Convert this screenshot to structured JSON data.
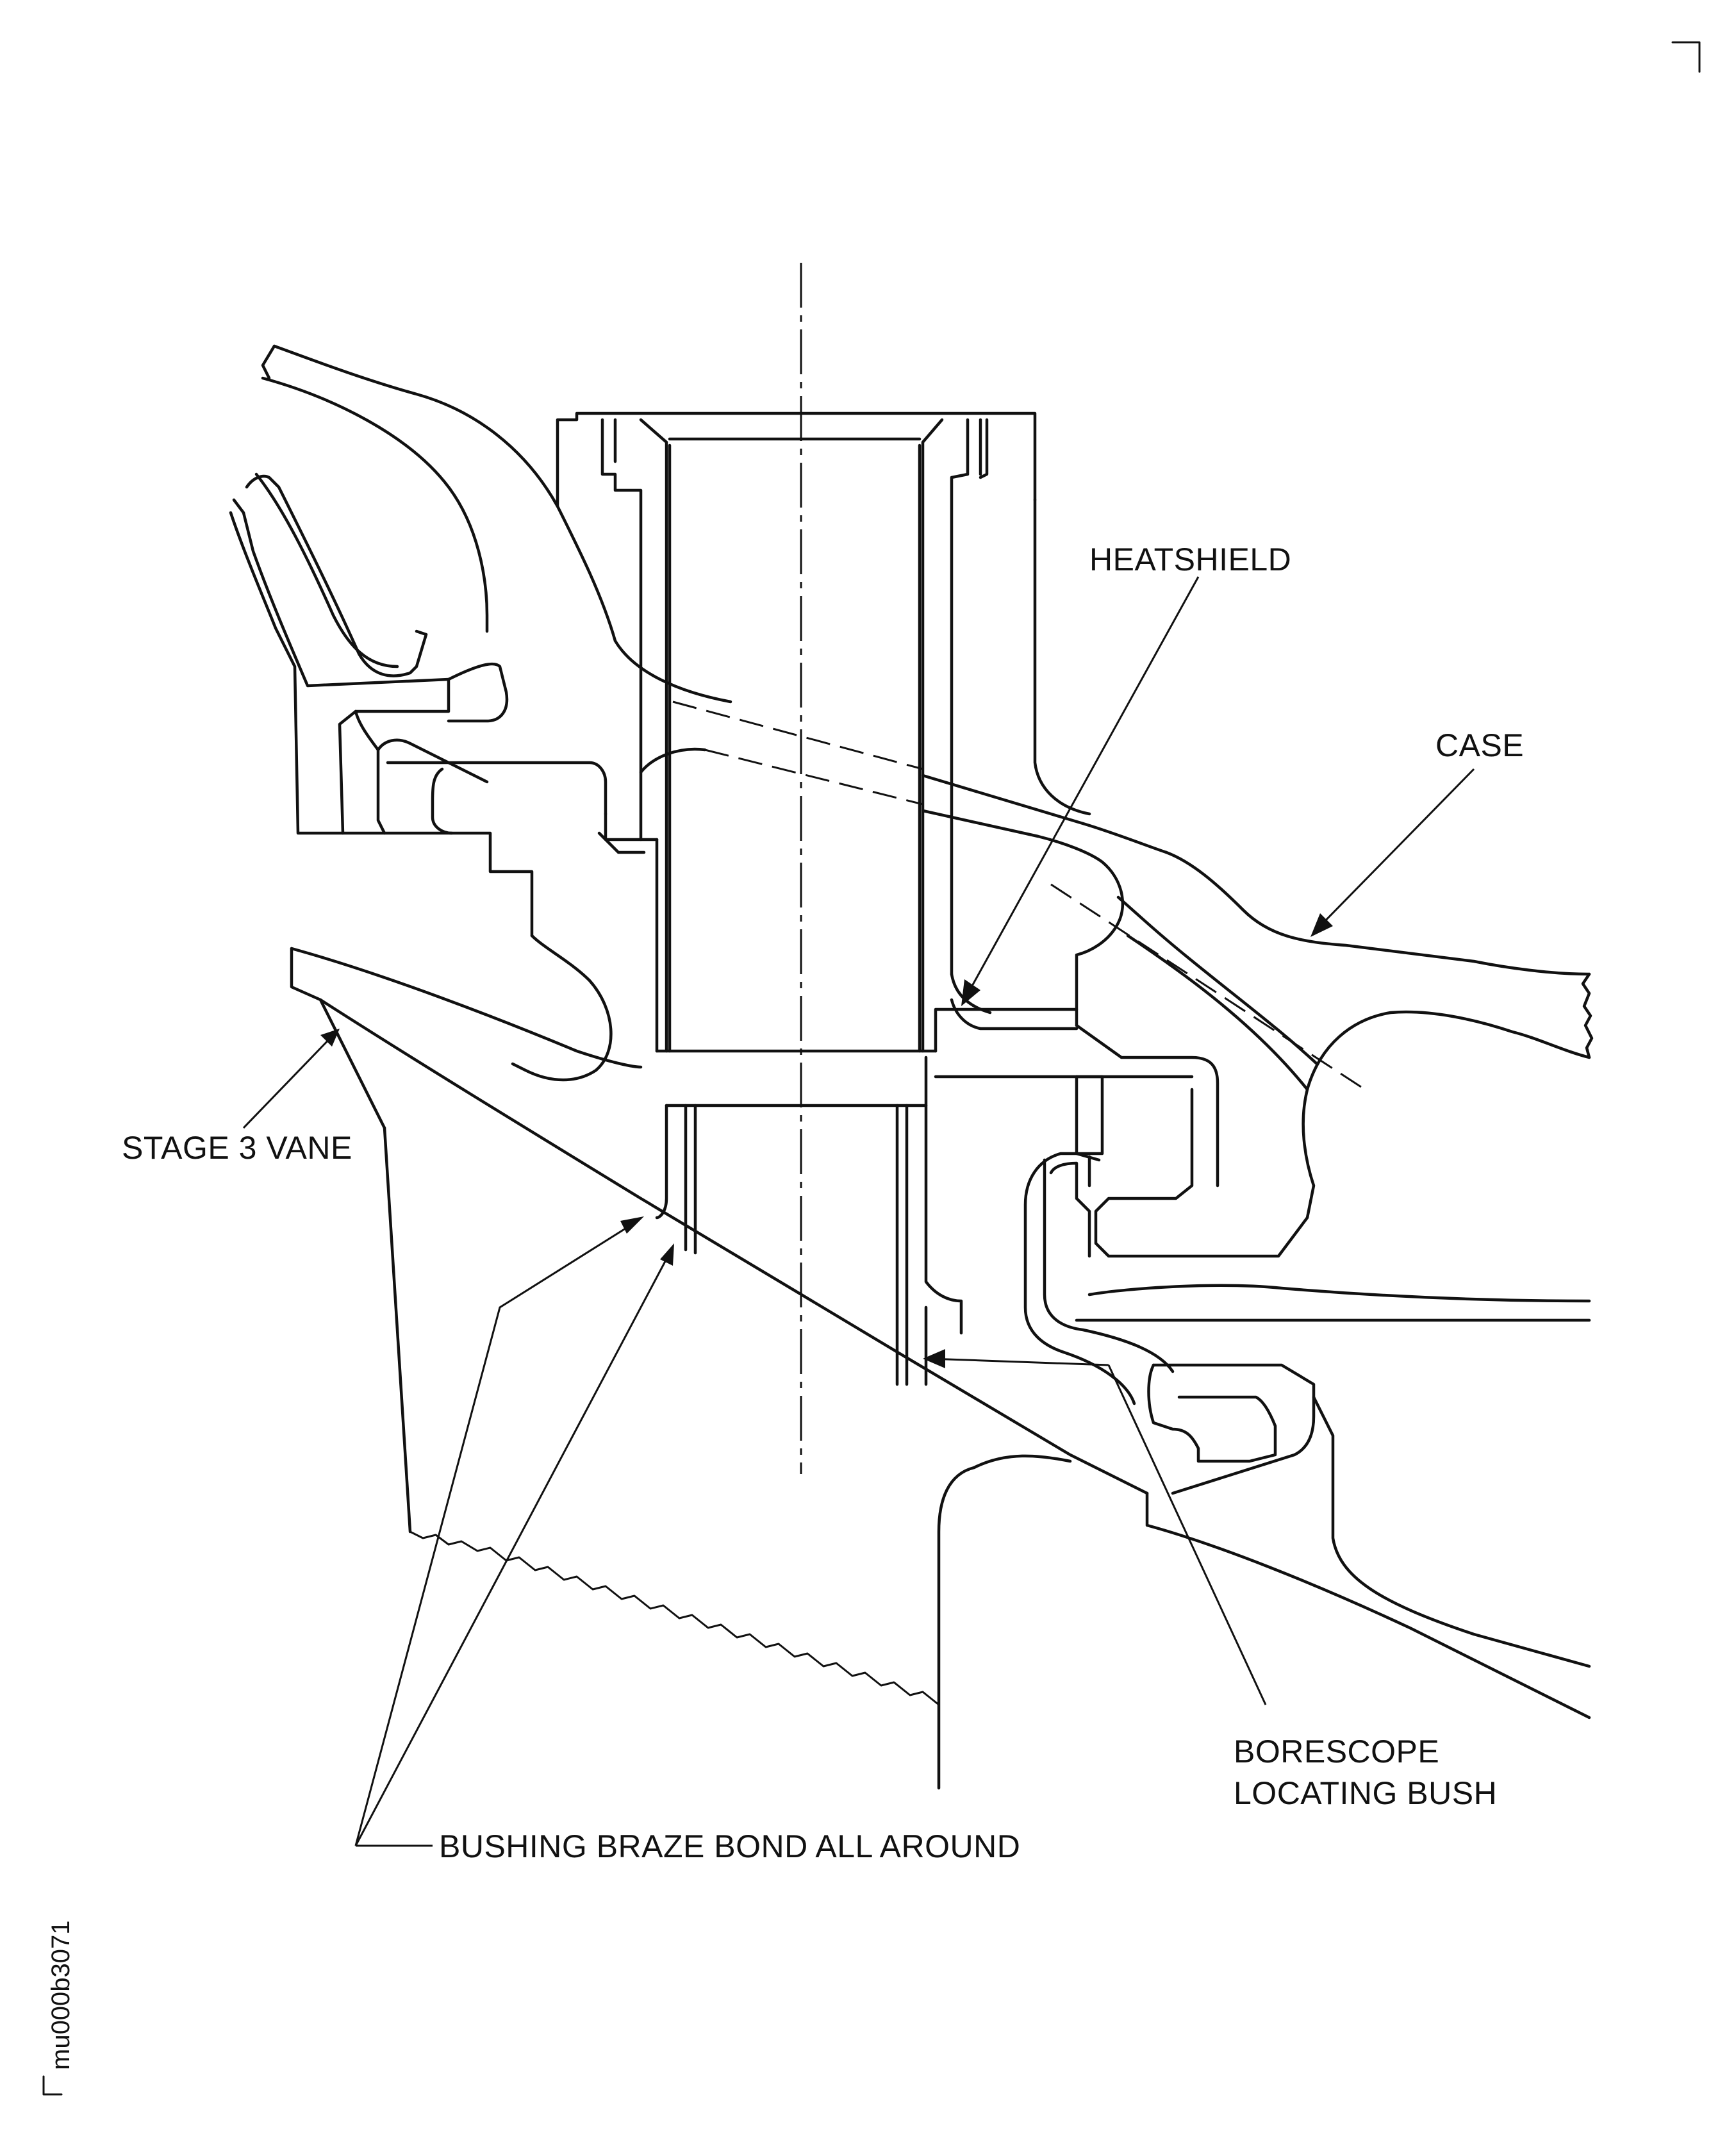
{
  "labels": {
    "heatshield": "HEATSHIELD",
    "case": "CASE",
    "stage3_vane": "STAGE 3 VANE",
    "borescope_line1": "BORESCOPE",
    "borescope_line2": "LOCATING BUSH",
    "bushing_braze": "BUSHING BRAZE BOND ALL AROUND"
  },
  "figure_code": "mu000b3071"
}
